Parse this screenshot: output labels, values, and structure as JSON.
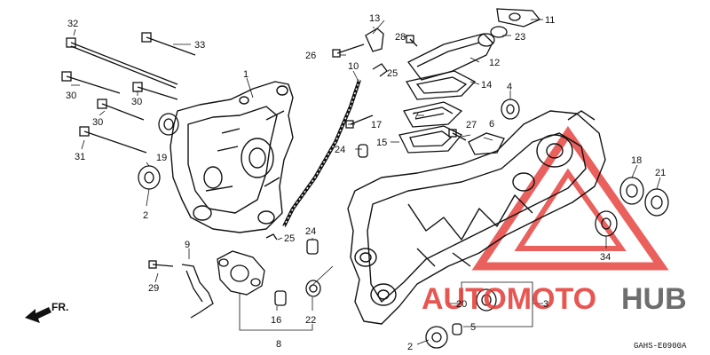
{
  "diagram": {
    "reference_code": "GAHS-E0900A",
    "direction_label": "FR.",
    "watermark": {
      "part1": "AUTOMOTO",
      "part2": "HUB",
      "color": "#e53935",
      "color2": "#555555"
    },
    "labels": {
      "p1": "1",
      "p2a": "2",
      "p2b": "2",
      "p3": "3",
      "p4": "4",
      "p5": "5",
      "p6": "6",
      "p7": "7",
      "p8": "8",
      "p9": "9",
      "p10": "10",
      "p11": "11",
      "p12": "12",
      "p13": "13",
      "p14": "14",
      "p15": "15",
      "p16": "16",
      "p17": "17",
      "p18": "18",
      "p19": "19",
      "p20": "20",
      "p21": "21",
      "p22": "22",
      "p23": "23",
      "p24": "24",
      "p25a": "25",
      "p25b": "25",
      "p26": "26",
      "p27": "27",
      "p28": "28",
      "p29": "29",
      "p30a": "30",
      "p30b": "30",
      "p30c": "30",
      "p31": "31",
      "p32": "32",
      "p33": "33",
      "p34": "34"
    }
  }
}
